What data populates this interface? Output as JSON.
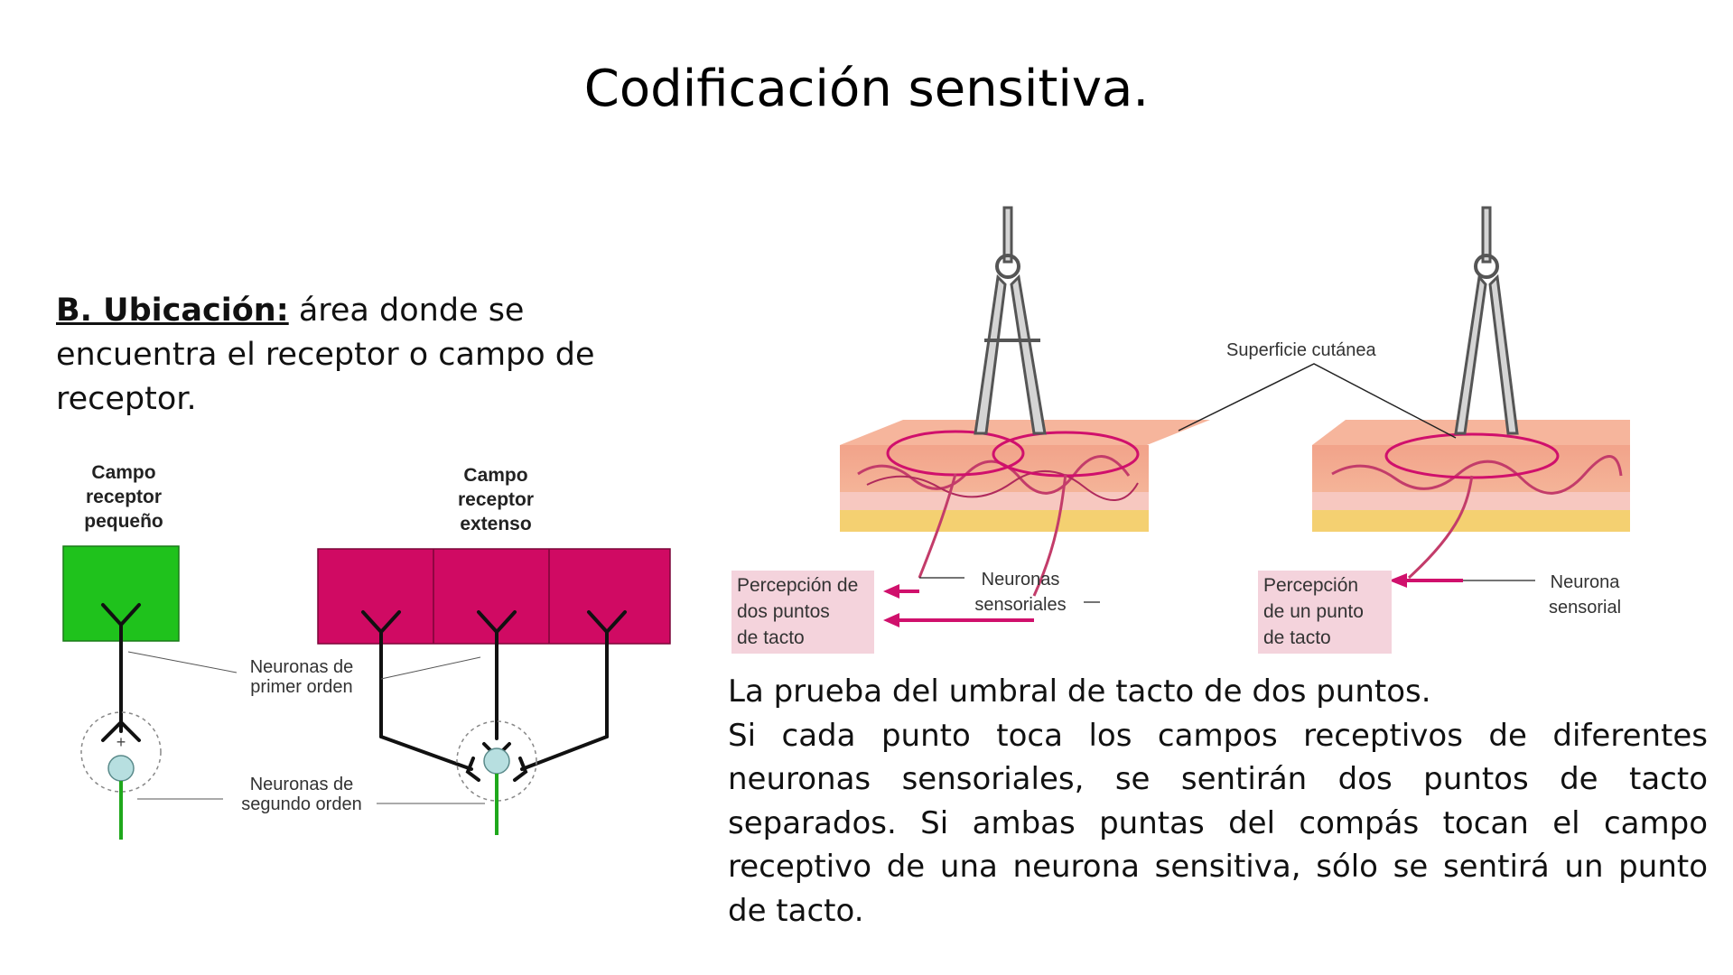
{
  "title": "Codificación sensitiva.",
  "section": {
    "label": "B. Ubicación:",
    "text": " área donde se encuentra el receptor o campo de receptor."
  },
  "left_diagram": {
    "small_field": "Campo receptor pequeño",
    "large_field": "Campo receptor extenso",
    "first_order": "Neuronas de primer orden",
    "second_order": "Neuronas de segundo orden",
    "colors": {
      "small": "#1fc21c",
      "large": "#d00a63",
      "axon": "#1fa81c",
      "soma": "#b7dfe0"
    }
  },
  "right_diagram": {
    "skin_surface": "Superficie cutánea",
    "two_point": "Percepción de dos puntos de tacto",
    "sensory_neurons": "Neuronas sensoriales",
    "one_point": "Percepción de un punto de tacto",
    "sensory_neuron": "Neurona sensorial",
    "colors": {
      "arrow": "#d0106c",
      "box": "#f4d3dc",
      "skin": "#f0b49a"
    }
  },
  "description": {
    "line1": "La prueba del umbral de tacto de dos puntos.",
    "paragraph": "Si cada punto toca los campos receptivos de diferentes neuronas sensoriales, se sentirán dos puntos de tacto separados. Si ambas puntas del compás tocan el campo receptivo de una neurona sensitiva, sólo se sentirá un punto de tacto."
  }
}
